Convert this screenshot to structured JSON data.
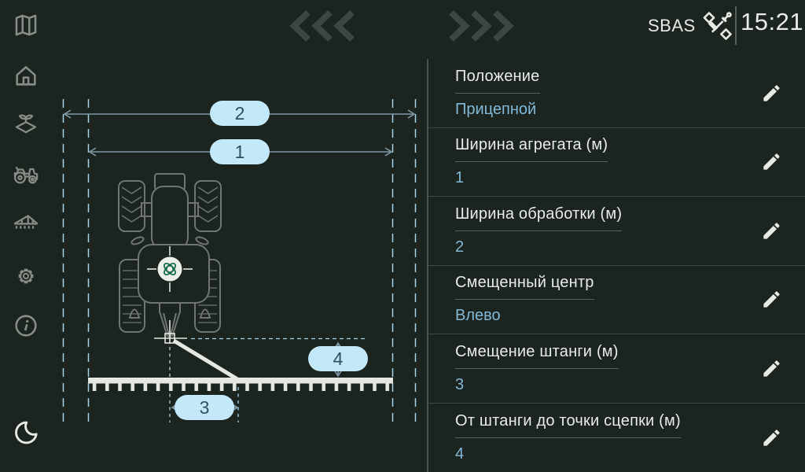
{
  "topbar": {
    "status": "SBAS",
    "time": "15:21",
    "prev_icon": "chevrons-left-icon",
    "next_icon": "chevrons-right-icon",
    "satellite_icon": "satellite-icon"
  },
  "sidebar": {
    "items": [
      {
        "id": "map",
        "icon": "map-icon"
      },
      {
        "id": "home",
        "icon": "home-icon"
      },
      {
        "id": "field",
        "icon": "plant-icon"
      },
      {
        "id": "vehicle",
        "icon": "tractor-icon"
      },
      {
        "id": "implement",
        "icon": "implement-icon"
      },
      {
        "id": "settings",
        "icon": "gear-icon"
      },
      {
        "id": "info",
        "icon": "info-icon"
      }
    ],
    "theme_toggle": {
      "id": "night-mode",
      "icon": "moon-icon"
    }
  },
  "diagram": {
    "description": "top view of tractor with trailed implement and dimension callouts",
    "labels": {
      "working_width": "2",
      "implement_width": "1",
      "boom_offset": "3",
      "boom_to_hitch": "4"
    }
  },
  "panel": {
    "edit_icon": "pencil-icon",
    "rows": [
      {
        "label": "Положение",
        "value": "Прицепной"
      },
      {
        "label": "Ширина агрегата (м)",
        "value": "1"
      },
      {
        "label": "Ширина обработки (м)",
        "value": "2"
      },
      {
        "label": "Смещенный центр",
        "value": "Влево"
      },
      {
        "label": "Смещение штанги (м)",
        "value": "3"
      },
      {
        "label": "От штанги до точки сцепки (м)",
        "value": "4"
      }
    ]
  },
  "colors": {
    "background": "#1c2420",
    "text_primary": "#e9ece6",
    "value_blue": "#82b9d6",
    "pill_bg": "#c3e8f9",
    "pill_text": "#2f4f63",
    "guide_dash_blue": "#a8d2e6",
    "measure_line": "#7f98a6",
    "tractor_outline": "#70766f",
    "implement_white": "#e4e8e0",
    "sidebar_icon_gray": "#878c85",
    "nav_marker_green": "#1b6b50",
    "chevron_gray": "#3e4643"
  }
}
